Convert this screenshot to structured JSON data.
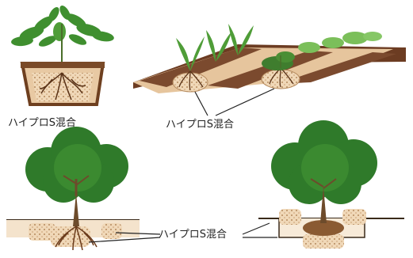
{
  "labels": {
    "pot": "ハイプロS混合",
    "field": "ハイプロS混合",
    "trees": "ハイプロS混合"
  },
  "colors": {
    "pot_soil": "#e8c9a3",
    "pot_wall": "#7a4a28",
    "field_bed": "#7b4a2e",
    "mix_fill": "#f1d4ae",
    "root": "#5a3318",
    "foliage_dark": "#2f7a2a",
    "foliage_light": "#5aa83a",
    "trunk": "#6d4b2b",
    "ground_line": "#3a2a1a",
    "dotted_mix": "#c8a27a"
  }
}
